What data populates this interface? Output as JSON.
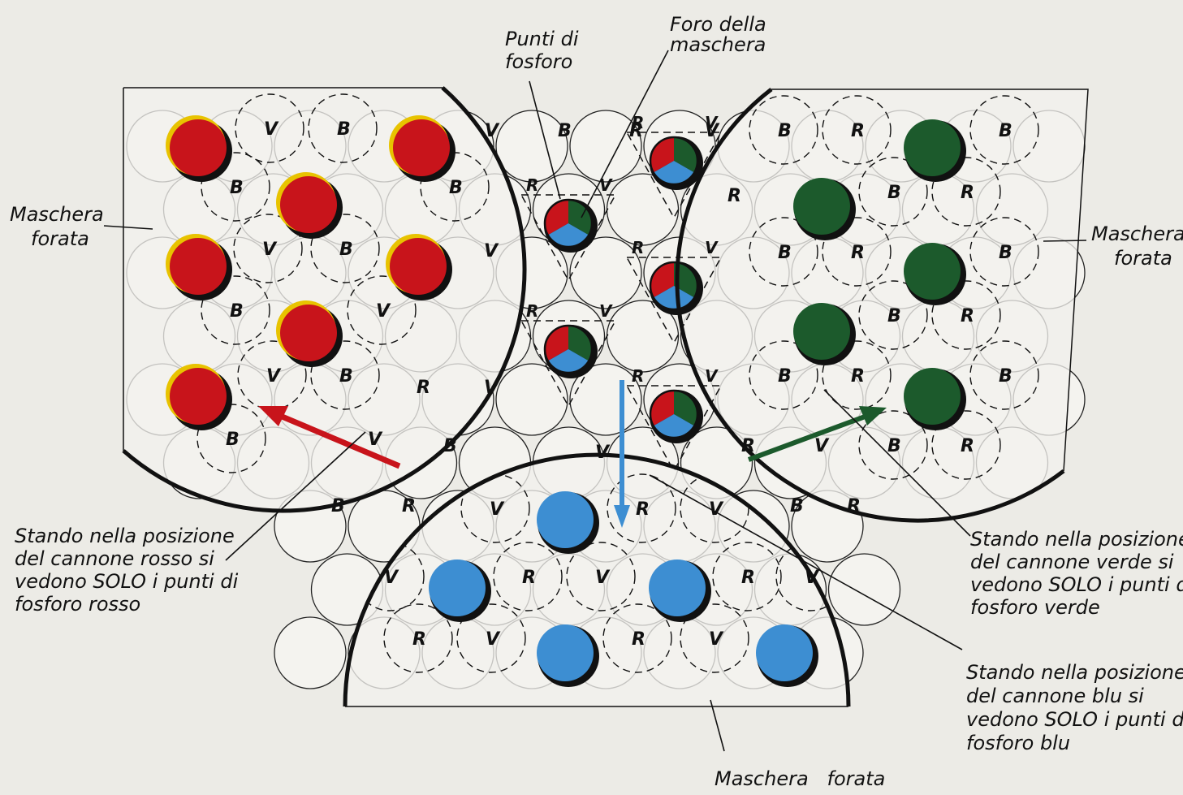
{
  "colors": {
    "red": "#c8141b",
    "green": "#1c5a2c",
    "blue": "#3d8ed2",
    "ink": "#111111",
    "paper": "#ecebe6"
  },
  "letters": {
    "red": "R",
    "green": "V",
    "blue": "B"
  },
  "labels": {
    "phosphor_dots": [
      "Punti di",
      "fosforo"
    ],
    "mask_hole": [
      "Foro della",
      "maschera"
    ],
    "mask_left": [
      "Maschera",
      "forata"
    ],
    "mask_right": [
      "Maschera",
      "forata"
    ],
    "mask_bottom": "Maschera   forata",
    "red_gun": [
      "Stando nella posizione",
      "del cannone rosso si",
      "vedono SOLO i punti di",
      "fosforo rosso"
    ],
    "green_gun": [
      "Stando nella posizione",
      "del cannone verde si",
      "vedono SOLO i punti di",
      "fosforo verde"
    ],
    "blue_gun": [
      "Stando nella posizione",
      "del cannone blu si",
      "vedono SOLO i punti di",
      "fosforo blu"
    ]
  }
}
